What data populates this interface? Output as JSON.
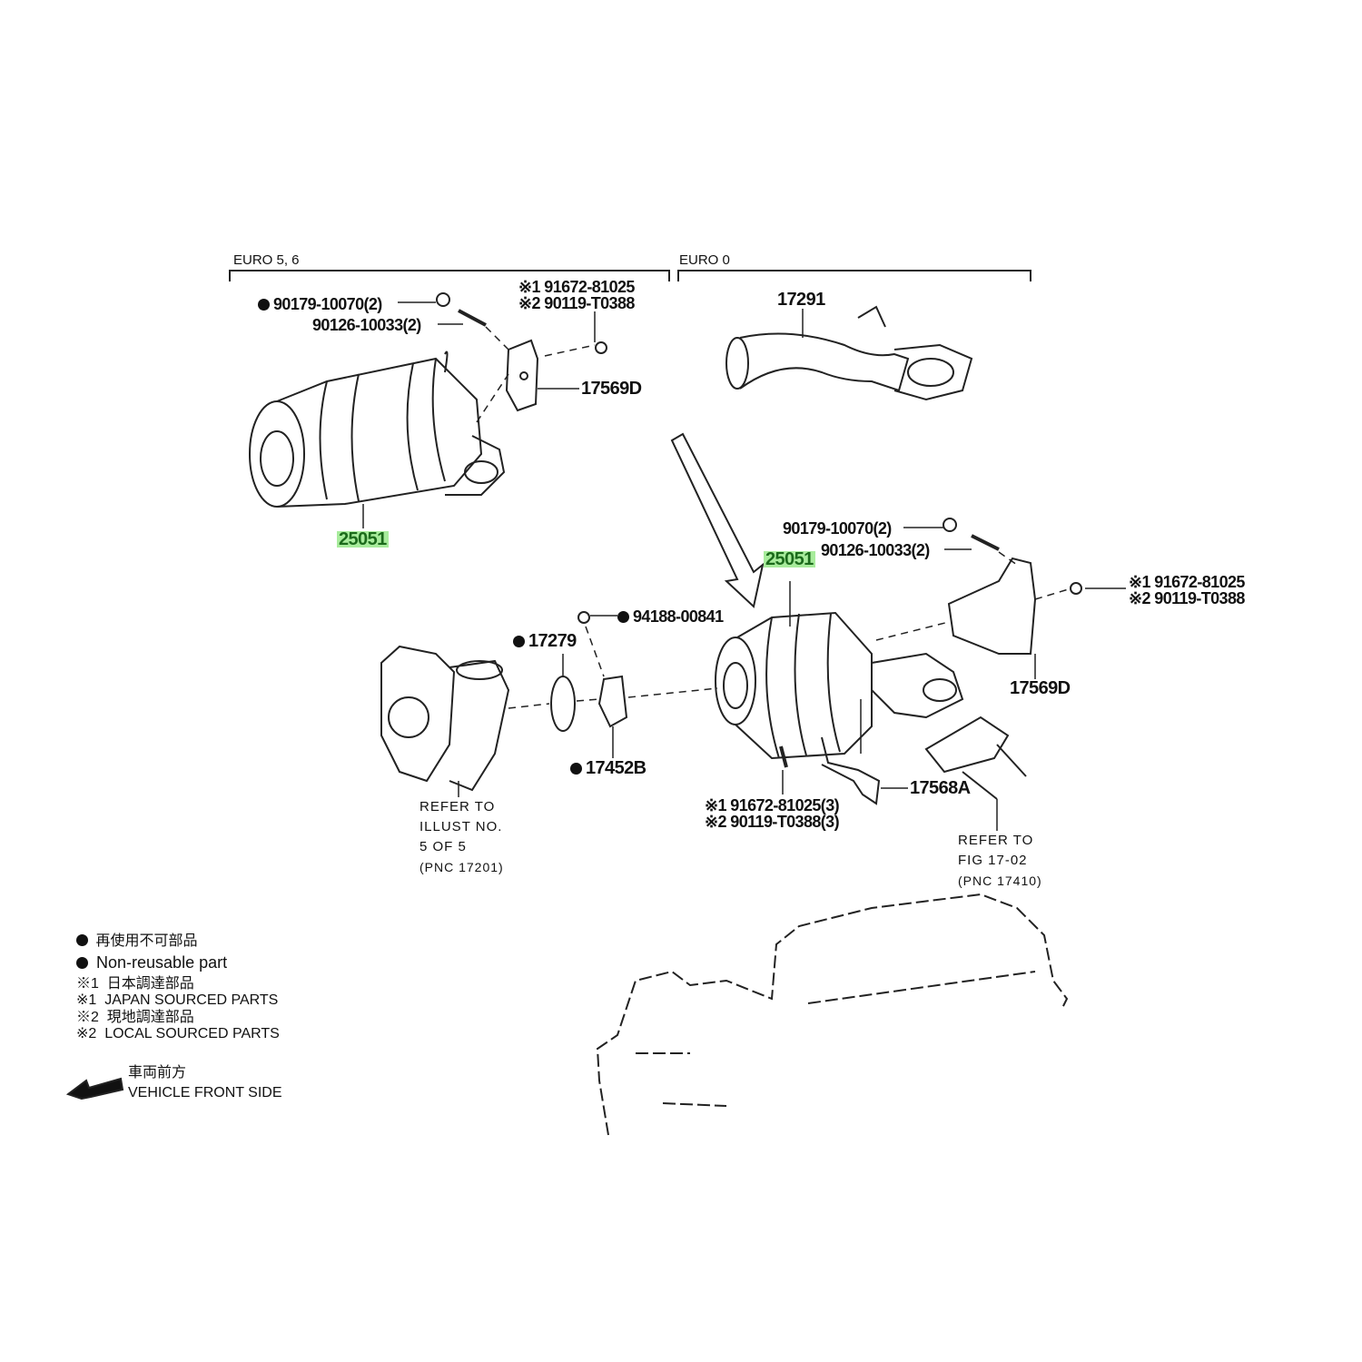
{
  "groups": {
    "left": "EURO 5, 6",
    "right": "EURO 0"
  },
  "labels": {
    "nut_left": "90179-10070(2)",
    "stud_left": "90126-10033(2)",
    "bolt_left_1": "※1 91672-81025",
    "bolt_left_2": "※2 90119-T0388",
    "bracket_left": "17569D",
    "pipe_euro0": "17291",
    "converter_left": "25051",
    "nut_right": "90179-10070(2)",
    "stud_right": "90126-10033(2)",
    "converter_right": "25051",
    "bolt_right_1": "※1 91672-81025",
    "bolt_right_2": "※2 90119-T0388",
    "nut_94188": "94188-00841",
    "gasket_17279": "17279",
    "bracket_right": "17569D",
    "clamp_17452b": "17452B",
    "stay_17568a": "17568A",
    "bolt_lower_1": "※1 91672-81025(3)",
    "bolt_lower_2": "※2 90119-T0388(3)"
  },
  "refer_turbo": [
    "REFER TO",
    "ILLUST NO.",
    "5 OF 5",
    "(PNC 17201)"
  ],
  "refer_fig": [
    "REFER TO",
    "FIG 17-02",
    "(PNC 17410)"
  ],
  "legend": {
    "nonreusable_jp": "再使用不可部品",
    "nonreusable_en": "Non-reusable part",
    "japan_jp_mark": "※1",
    "japan_jp": "日本調達部品",
    "japan_en_mark": "※1",
    "japan_en": "JAPAN SOURCED PARTS",
    "local_jp_mark": "※2",
    "local_jp": "現地調達部品",
    "local_en_mark": "※2",
    "local_en": "LOCAL SOURCED PARTS",
    "front_jp": "車両前方",
    "front_en": "VEHICLE FRONT SIDE"
  },
  "colors": {
    "highlight": "#a8ec9c",
    "highlight_text": "#1c6b1c"
  }
}
